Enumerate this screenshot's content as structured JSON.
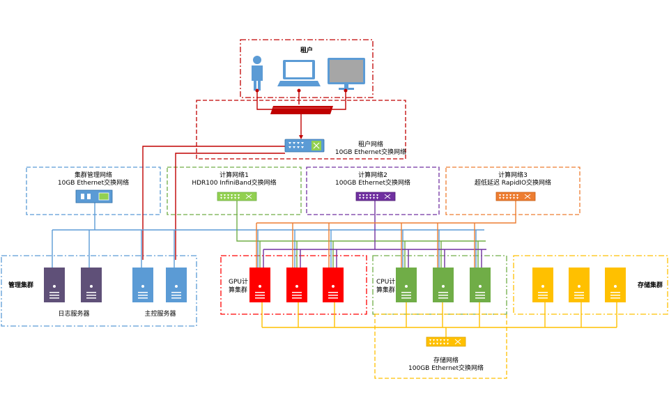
{
  "tenant": {
    "title": "租户"
  },
  "tenant_network": {
    "title": "租户网络",
    "subtitle": "10GB Ethernet交换网络"
  },
  "mgmt_network": {
    "title": "集群管理网络",
    "subtitle": "10GB Ethernet交换网络"
  },
  "compute1": {
    "title": "计算网络1",
    "subtitle": "HDR100 InfiniBand交换网络"
  },
  "compute2": {
    "title": "计算网络2",
    "subtitle": "100GB Ethernet交换网络"
  },
  "compute3": {
    "title": "计算网络3",
    "subtitle": "超低延迟 RapidIO交换网络"
  },
  "mgmt_cluster": {
    "title": "管理集群",
    "log_servers": "日志服务器",
    "master_servers": "主控服务器"
  },
  "gpu_cluster": {
    "title_l1": "GPU计",
    "title_l2": "算集群"
  },
  "cpu_cluster": {
    "title_l1": "CPU计",
    "title_l2": "算集群"
  },
  "storage_cluster": {
    "title": "存储集群"
  },
  "storage_network": {
    "title": "存储网络",
    "subtitle": "100GB Ethernet交换网络"
  },
  "colors": {
    "tenant": "#c00000",
    "mgmt": "#5b9bd5",
    "compute1": "#70ad47",
    "compute2": "#7030a0",
    "compute3": "#ed7d31",
    "storage": "#ffc000",
    "log_server": "#5f5078",
    "master_server": "#5b9bd5",
    "gpu_server": "#ff0000",
    "cpu_server": "#70ad47",
    "storage_server": "#ffc000"
  }
}
